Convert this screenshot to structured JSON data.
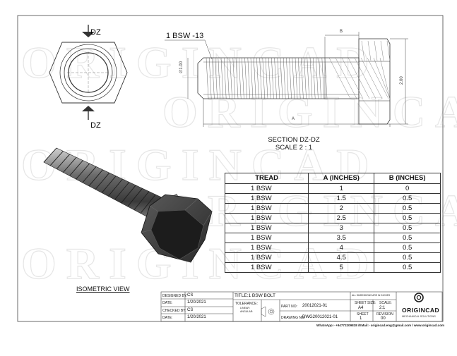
{
  "drawing": {
    "thread_callout": "1 BSW -13",
    "section_markers": [
      "DZ",
      "DZ"
    ],
    "dims": {
      "thread_dia": "∅1.00",
      "head_height": "2.00",
      "length": "A",
      "head_len": "B"
    },
    "section_title": "SECTION DZ-DZ",
    "section_scale": "SCALE 2 : 1",
    "iso_label": "ISOMETRIC VIEW",
    "watermark": "ORIGINCAD"
  },
  "table": {
    "headers": [
      "TREAD",
      "A (INCHES)",
      "B (INCHES)"
    ],
    "rows": [
      [
        "1 BSW",
        "1",
        "0"
      ],
      [
        "1 BSW",
        "1.5",
        "0.5"
      ],
      [
        "1 BSW",
        "2",
        "0.5"
      ],
      [
        "1 BSW",
        "2.5",
        "0.5"
      ],
      [
        "1 BSW",
        "3",
        "0.5"
      ],
      [
        "1 BSW",
        "3.5",
        "0.5"
      ],
      [
        "1 BSW",
        "4",
        "0.5"
      ],
      [
        "1 BSW",
        "4.5",
        "0.5"
      ],
      [
        "1 BSW",
        "5",
        "0.5"
      ]
    ]
  },
  "titleblock": {
    "designed_by_label": "DESIGNED BY:",
    "designed_by": "CS",
    "date_label": "DATE:",
    "date1": "1/20/2021",
    "checked_by_label": "CHECKED BY:",
    "checked_by": "CS",
    "date2": "1/20/2021",
    "title": "TITLE:1 BSW BOLT",
    "tolerance_label": "TOLERANCE:",
    "tolerance_lines": [
      "LINEAR:",
      "ANGULAR:"
    ],
    "part_no_label": "PART NO:",
    "part_no": "20012021-01",
    "drawing_no_label": "DRAWING NO:",
    "drawing_no": "DWG20012021-01",
    "dims_note": "ALL DIMENSIONS ARE IN INCHES",
    "sheet_size_label": "SHEET SIZE:",
    "sheet_size": "A4",
    "scale_label": "SCALE:",
    "scale": "2:1",
    "sheet_label": "SHEET",
    "sheet": "1",
    "revision_label": "REVISION",
    "revision": "00",
    "brand": "ORIGINCAD",
    "brand_tag": "MECHANICAL SOLUTIONS",
    "footer": "WhatsApp:- +94772209838 /EMail:- origincad.eng@gmail.com / www.origincad.com"
  },
  "colors": {
    "line": "#333333",
    "hatch": "#555555",
    "watermark": "#ececec",
    "brand": "#1a1a1a"
  }
}
